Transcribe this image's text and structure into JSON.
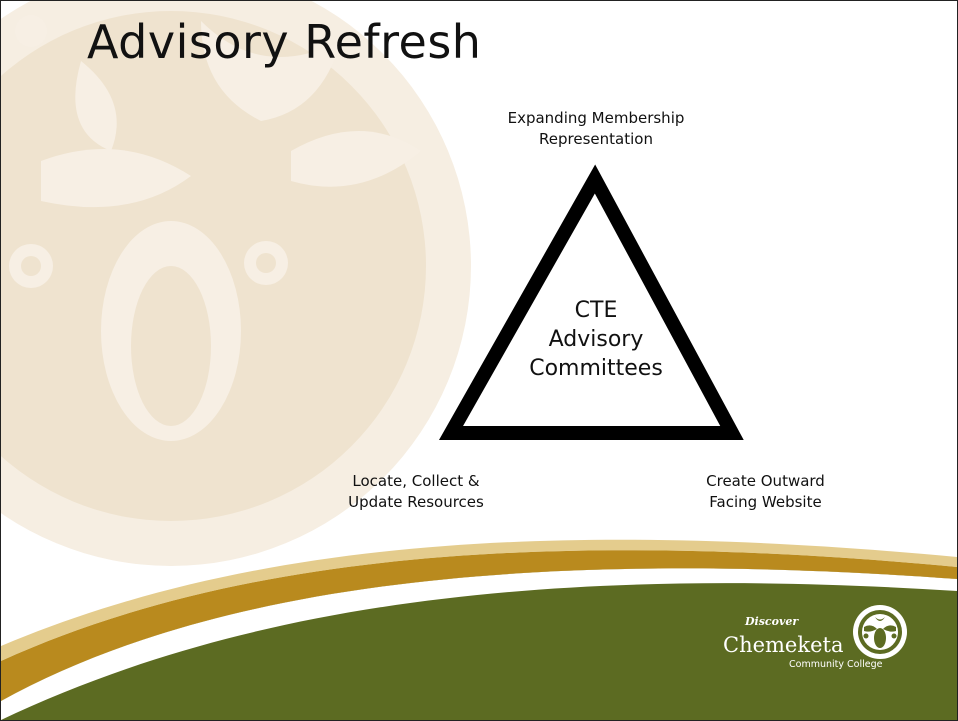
{
  "slide": {
    "title": "Advisory Refresh"
  },
  "diagram": {
    "center": [
      "CTE",
      "Advisory",
      "Committees"
    ],
    "top_label": [
      "Expanding Membership",
      "Representation"
    ],
    "left_label": [
      "Locate, Collect &",
      "Update Resources"
    ],
    "right_label": [
      "Create Outward",
      "Facing Website"
    ]
  },
  "logo": {
    "discover": "Discover",
    "name": "Chemeketa",
    "sub": "Community College"
  },
  "colors": {
    "olive": "#5c6b22",
    "gold": "#b98a1e",
    "watermark": "#efe3cf"
  },
  "icons": {
    "watermark": "chemeketa-emblem-watermark",
    "logo_emblem": "chemeketa-emblem"
  }
}
